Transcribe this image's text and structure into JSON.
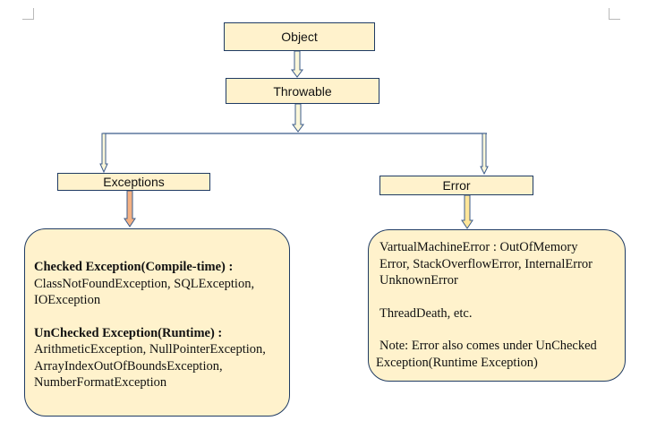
{
  "nodes": {
    "object": "Object",
    "throwable": "Throwable",
    "exceptions": "Exceptions",
    "error": "Error"
  },
  "checked_panel": {
    "checked_heading": "Checked Exception(Compile-time) :",
    "checked_line1": "ClassNotFoundException, SQLException,",
    "checked_line2": "IOException",
    "unchecked_heading": "UnChecked Exception(Runtime) :",
    "unchecked_line1": "ArithmeticException, NullPointerException,",
    "unchecked_line2": "ArrayIndexOutOfBoundsException,",
    "unchecked_line3": "NumberFormatException"
  },
  "error_panel": {
    "line1": "VartualMachineError : OutOfMemory",
    "line2": "Error, StackOverflowError, InternalError",
    "line3": "UnknownError",
    "line4": "ThreadDeath, etc.",
    "line5": "Note: Error also comes under UnChecked",
    "line6": "Exception(Runtime Exception)"
  },
  "colors": {
    "box_fill": "#fff2cc",
    "box_border": "#1f3b63",
    "arrow_outline": "#3b5b8a",
    "arrow_fill_pale": "#fbf7d9",
    "arrow_fill_orange": "#f4b183",
    "arrow_fill_yellow": "#ffe699"
  }
}
